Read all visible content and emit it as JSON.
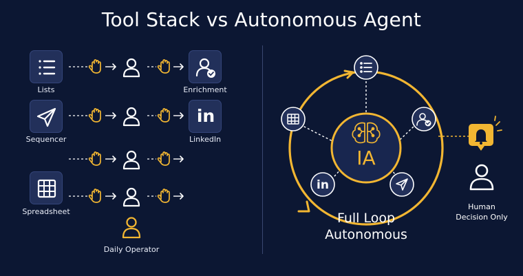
{
  "title": "Tool Stack vs Autonomous Agent",
  "left": {
    "tools": [
      {
        "label": "Lists",
        "icon": "list-icon"
      },
      {
        "label": "Sequencer",
        "icon": "paper-plane-icon"
      },
      {
        "label": "Spreadsheet",
        "icon": "grid-icon"
      }
    ],
    "outputs": [
      {
        "label": "Enrichment",
        "icon": "user-check-icon"
      },
      {
        "label": "LinkedIn",
        "icon": "linkedin-icon",
        "glyph": "in"
      }
    ],
    "operator_label": "Daily Operator"
  },
  "right": {
    "core_text": "IA",
    "linkedin_glyph": "in",
    "caption_line1": "Full Loop",
    "caption_line2": "Autonomous",
    "human_line1": "Human",
    "human_line2": "Decision Only"
  },
  "colors": {
    "background": "#0c1733",
    "accent": "#f2b632",
    "tile": "#22305a",
    "line": "#ffffff"
  }
}
